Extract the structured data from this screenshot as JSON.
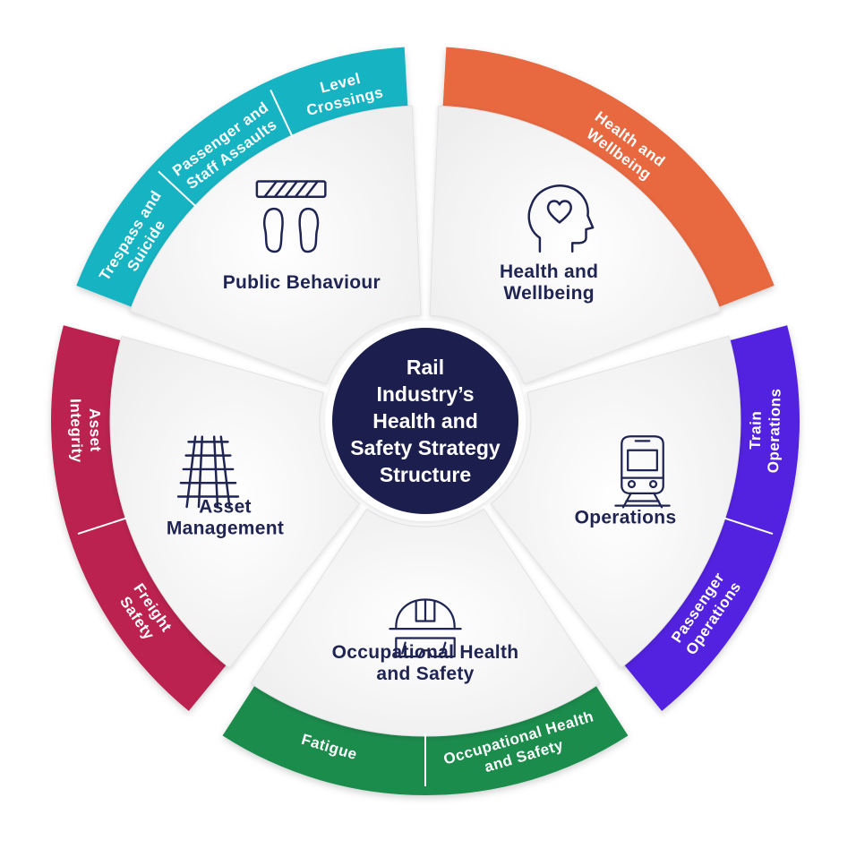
{
  "center": {
    "lines": [
      "Rail",
      "Industry’s",
      "Health and",
      "Safety Strategy",
      "Structure"
    ],
    "color": "#1c1f4d"
  },
  "sectors": [
    {
      "name": "Public Behaviour",
      "label": [
        "Public Behaviour"
      ],
      "icon": "footprints-barrier-icon",
      "color": "#19b3c2",
      "outer": [
        [
          "Trespass and",
          "Suicide"
        ],
        [
          "Passenger and",
          "Staff Assaults"
        ],
        [
          "Level",
          "Crossings"
        ]
      ]
    },
    {
      "name": "Health and Wellbeing",
      "label": [
        "Health and",
        "Wellbeing"
      ],
      "icon": "head-heart-icon",
      "color": "#e8683f",
      "outer": [
        [
          "Health and",
          "Wellbeing"
        ]
      ]
    },
    {
      "name": "Operations",
      "label": [
        "Operations"
      ],
      "icon": "train-icon",
      "color": "#5224e0",
      "outer": [
        [
          "Train",
          "Operations"
        ],
        [
          "Passenger",
          "Operations"
        ]
      ]
    },
    {
      "name": "Occupational Health and Safety",
      "label": [
        "Occupational Health",
        "and Safety"
      ],
      "icon": "hard-hat-goggles-icon",
      "color": "#1c8c4e",
      "outer": [
        [
          "Occupational Health",
          "and Safety"
        ],
        [
          "Fatigue"
        ]
      ]
    },
    {
      "name": "Asset Management",
      "label": [
        "Asset",
        "Management"
      ],
      "icon": "railway-track-icon",
      "color": "#bb2450",
      "outer": [
        [
          "Freight",
          "Safety"
        ],
        [
          "Asset",
          "Integrity"
        ]
      ]
    }
  ]
}
